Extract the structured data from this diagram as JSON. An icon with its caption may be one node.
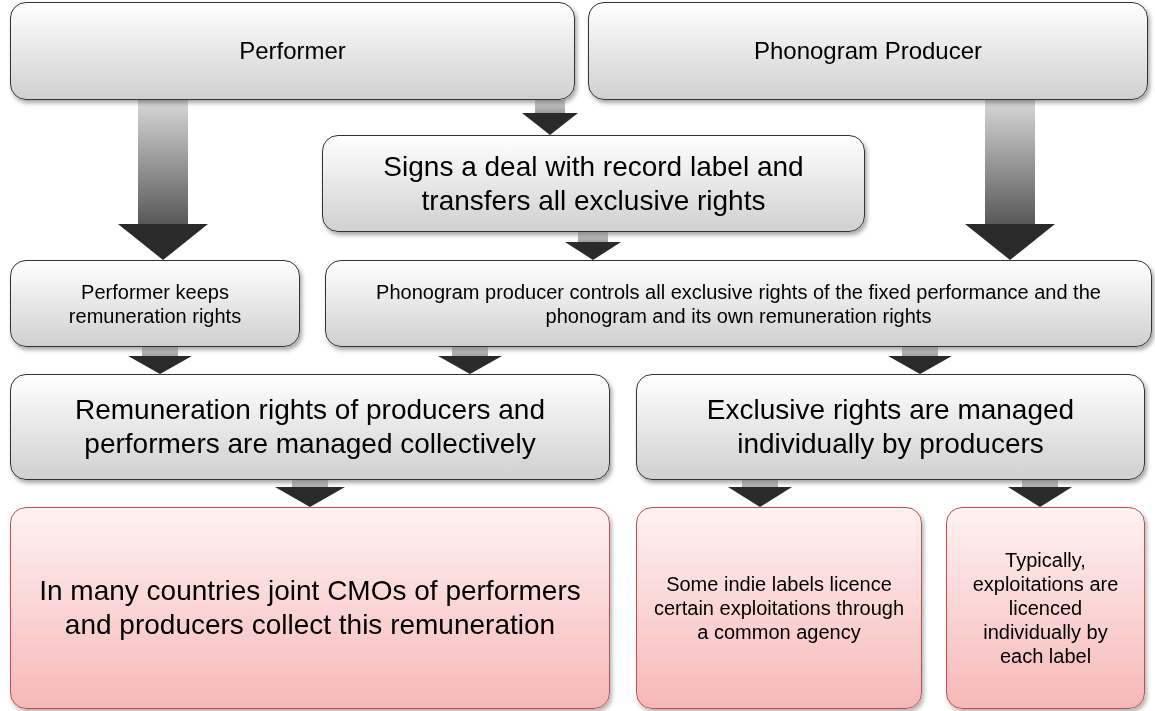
{
  "diagram": {
    "nodes": [
      {
        "text": [
          "Performer"
        ]
      },
      {
        "text": [
          "Phonogram Producer"
        ]
      },
      {
        "text": [
          "Signs a deal with record label and transfers all exclusive rights"
        ]
      },
      {
        "text": [
          "Performer keeps remuneration rights"
        ]
      },
      {
        "text": [
          "Phonogram producer controls all exclusive rights of the fixed performance and the phonogram and its own remuneration rights"
        ]
      },
      {
        "text": [
          "Remuneration rights of producers and performers are managed collectively"
        ]
      },
      {
        "text": [
          "Exclusive rights are managed individually by producers"
        ]
      },
      {
        "text": [
          "In many countries joint CMOs of performers and producers collect this remuneration"
        ]
      },
      {
        "text": [
          "Some indie labels licence certain exploitations through a common agency"
        ]
      },
      {
        "text": [
          "Typically, exploitations are licenced individually by each label"
        ]
      }
    ],
    "edges": [
      {
        "from": 0,
        "to": 3,
        "arrow": "to"
      },
      {
        "from": 0,
        "to": 2,
        "arrow": "to"
      },
      {
        "from": 1,
        "to": 4,
        "arrow": "to"
      },
      {
        "from": 2,
        "to": 4,
        "arrow": "to"
      },
      {
        "from": 3,
        "to": 5,
        "arrow": "to"
      },
      {
        "from": 4,
        "to": 5,
        "arrow": "to"
      },
      {
        "from": 4,
        "to": 6,
        "arrow": "to"
      },
      {
        "from": 5,
        "to": 7,
        "arrow": "to"
      },
      {
        "from": 6,
        "to": 8,
        "arrow": "to"
      },
      {
        "from": 6,
        "to": 9,
        "arrow": "to"
      }
    ]
  }
}
